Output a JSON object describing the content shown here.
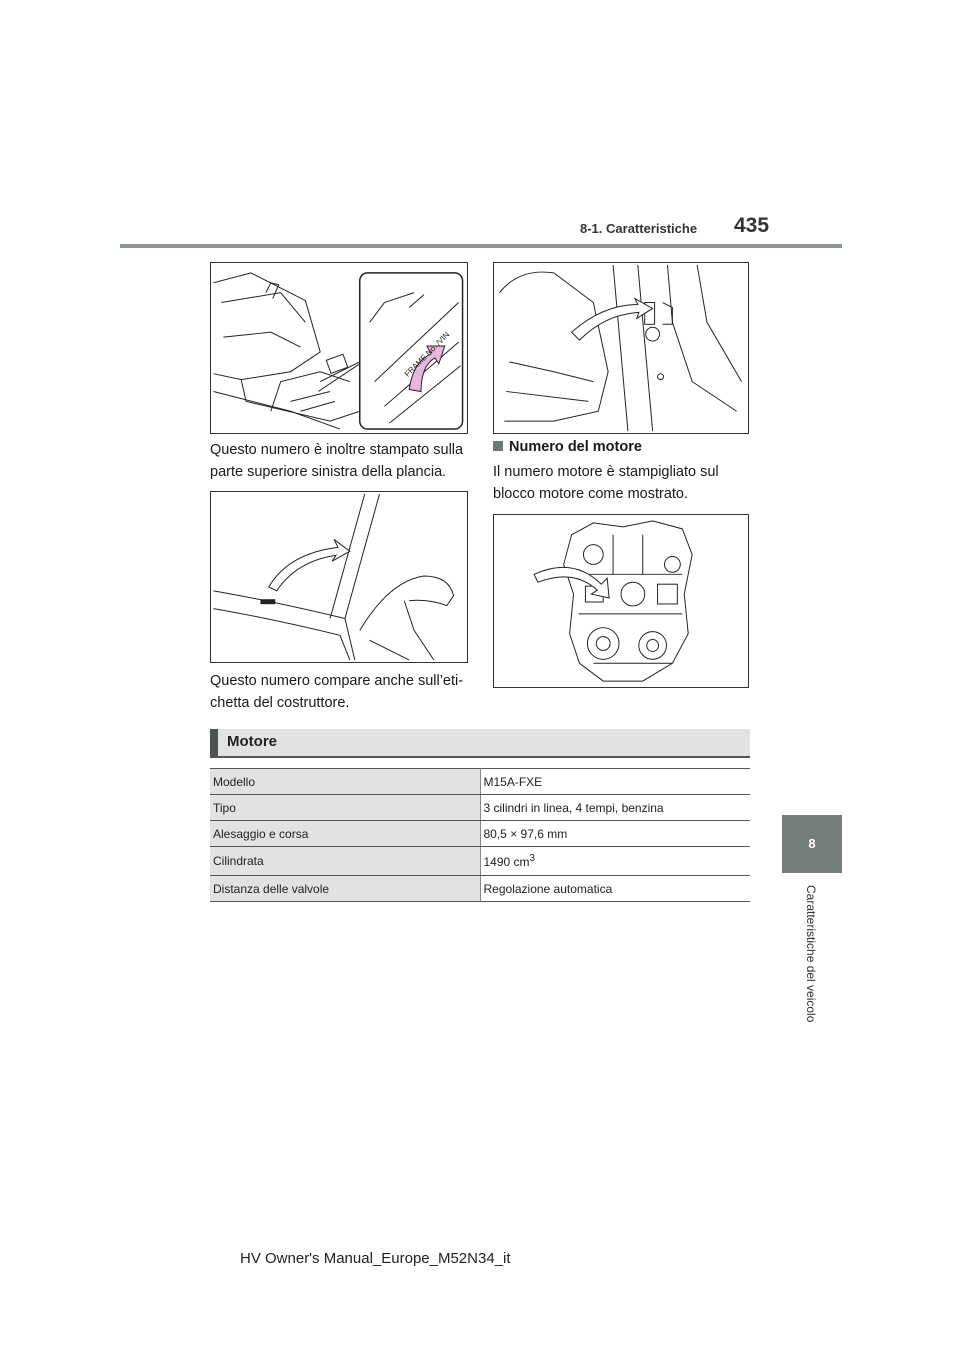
{
  "header": {
    "section": "8-1. Caratteristiche",
    "page_number": "435"
  },
  "side_tab": {
    "number": "8",
    "label": "Caratteristiche del veicolo"
  },
  "figures": {
    "seat_vin": {
      "label_text": "FRAME No. /VIN"
    },
    "pillar_plate": {},
    "windshield": {},
    "engine": {}
  },
  "left_column": {
    "text1": "Questo numero è inoltre stampato sulla parte superiore sinistra della plancia.",
    "text2": "Questo numero compare anche sull’eti-chetta del costruttore."
  },
  "right_column": {
    "subhead": "Numero del motore",
    "text1": "Il numero motore è stampigliato sul blocco motore come mostrato."
  },
  "section": {
    "title": "Motore"
  },
  "spec_table": {
    "rows": [
      {
        "key": "Modello",
        "value": "M15A-FXE"
      },
      {
        "key": "Tipo",
        "value": "3 cilindri in linea, 4 tempi, benzina"
      },
      {
        "key": "Alesaggio e corsa",
        "value": "80,5 × 97,6 mm"
      },
      {
        "key": "Cilindrata",
        "value": "1490 cm",
        "sup": "3"
      },
      {
        "key": "Distanza delle valvole",
        "value": "Regolazione automatica"
      }
    ]
  },
  "footer": {
    "text": "HV Owner's Manual_Europe_M52N34_it"
  },
  "colors": {
    "header_rule": "#8a9691",
    "side_tab": "#737d79",
    "section_bar": "#e1e2e1",
    "section_mark": "#4d5450",
    "arrow_highlight": "#e9b7de"
  }
}
